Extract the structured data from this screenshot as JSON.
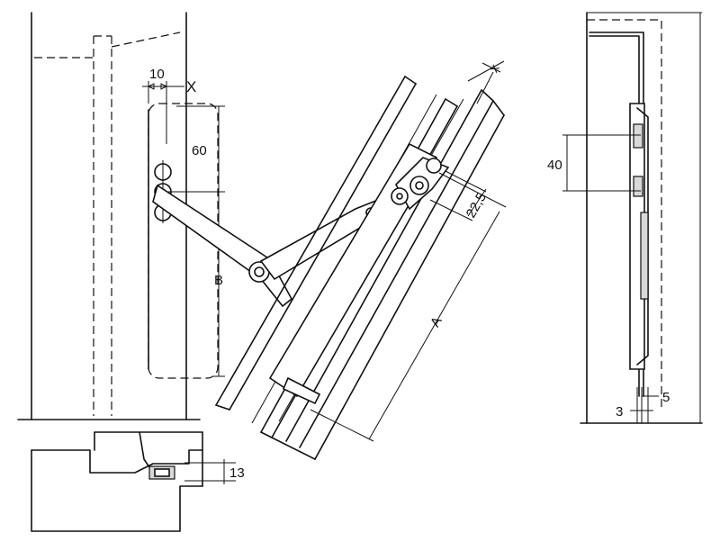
{
  "labels": {
    "dim_10": "10",
    "dim_x_upper": "X",
    "dim_60": "60",
    "dim_b": "B",
    "dim_x_lower": "x",
    "dim_22_5": "22,5",
    "dim_a": "A",
    "dim_40": "40",
    "dim_5": "5",
    "dim_3": "3",
    "dim_13": "13"
  }
}
